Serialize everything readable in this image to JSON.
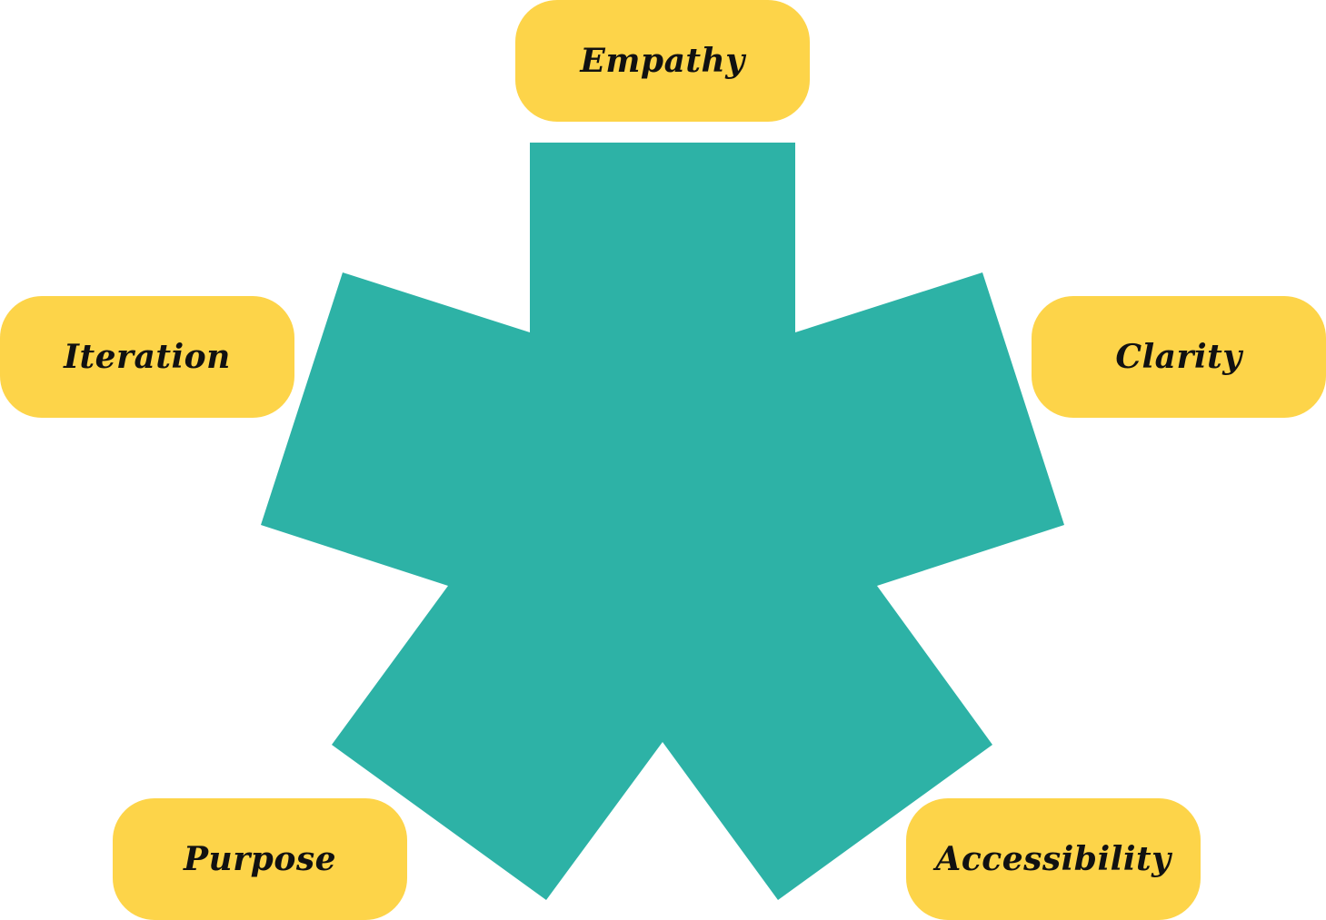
{
  "colors": {
    "star": "#2db2a6",
    "pill": "#fdd449",
    "label": "#111111",
    "background": "#ffffff"
  },
  "center_shape": "five-armed-star",
  "labels": {
    "empathy": "Empathy",
    "iteration": "Iteration",
    "clarity": "Clarity",
    "purpose": "Purpose",
    "accessibility": "Accessibility"
  }
}
